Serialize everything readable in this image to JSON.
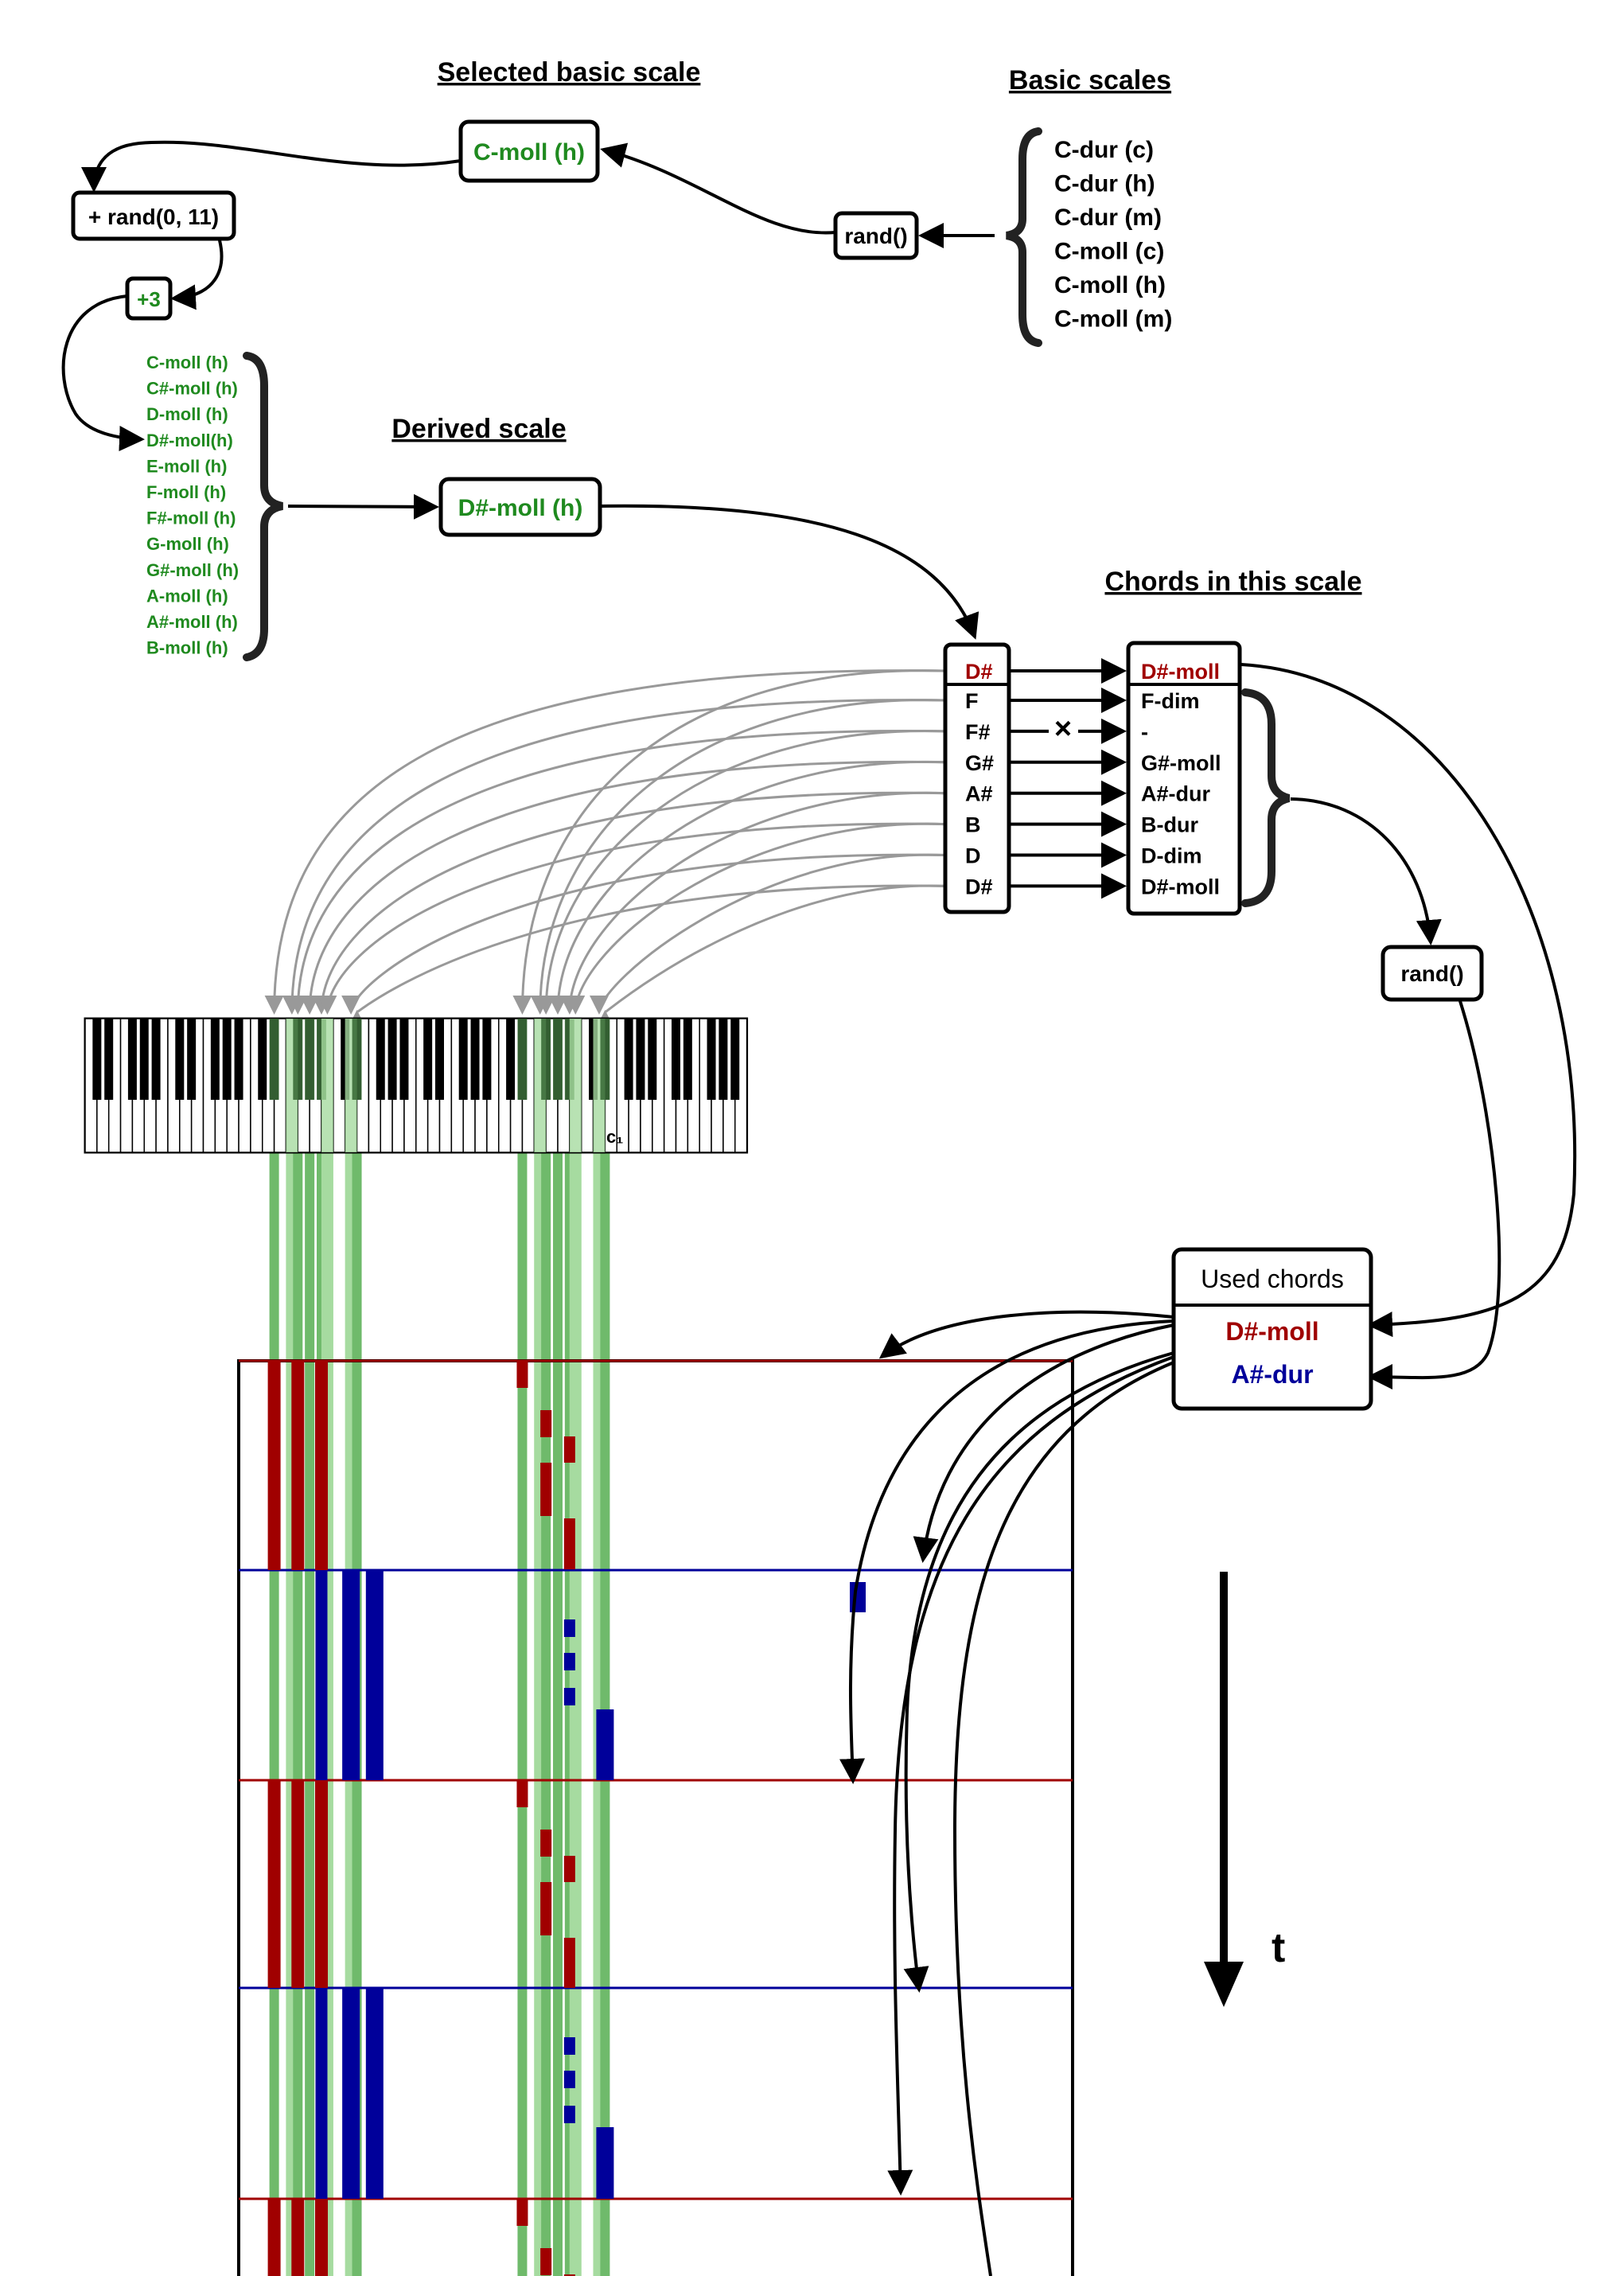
{
  "headings": {
    "selected_basic_scale": "Selected basic scale",
    "basic_scales": "Basic scales",
    "derived_scale": "Derived scale",
    "chords_in_scale": "Chords in this scale"
  },
  "boxes": {
    "selected_scale": "C-moll (h)",
    "rand_offset": "+ rand(0, 11)",
    "plus_three": "+3",
    "rand_basic": "rand()",
    "derived_scale": "D#-moll (h)",
    "rand_chords": "rand()"
  },
  "basic_scales": [
    "C-dur  (c)",
    "C-dur  (h)",
    "C-dur  (m)",
    "C-moll (c)",
    "C-moll (h)",
    "C-moll (m)"
  ],
  "scale_list": [
    "C-moll (h)",
    "C#-moll (h)",
    "D-moll (h)",
    "D#-moll(h)",
    "E-moll (h)",
    "F-moll (h)",
    "F#-moll (h)",
    "G-moll (h)",
    "G#-moll (h)",
    "A-moll (h)",
    "A#-moll (h)",
    "B-moll (h)"
  ],
  "scale_notes": [
    "D#",
    "F",
    "F#",
    "G#",
    "A#",
    "B",
    "D",
    "D#"
  ],
  "chords": [
    "D#-moll",
    "F-dim",
    "-",
    "G#-moll",
    "A#-dur",
    "B-dur",
    "D-dim",
    "D#-moll"
  ],
  "mapping_blocked_symbol": "×",
  "keyboard": {
    "middle_c_label": "c₁"
  },
  "used_chords": {
    "title": "Used chords",
    "items": [
      "D#-moll",
      "A#-dur"
    ]
  },
  "time_axis_label": "t",
  "colors": {
    "green_text": "#1f8a1f",
    "red": "#a00000",
    "blue": "#00009a",
    "arrow_gray": "#999999",
    "highlight_light": "#a6dba0",
    "highlight_dark": "#6fba6b"
  }
}
